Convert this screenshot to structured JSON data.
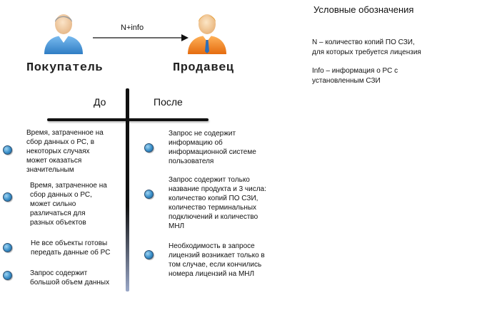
{
  "arrow": {
    "label": "N+info"
  },
  "buyer": {
    "label": "Покупатель"
  },
  "seller": {
    "label": "Продавец"
  },
  "legend": {
    "title": "Условные обозначения",
    "n_text": "N – количество копий ПО СЗИ,\nдля которых требуется лицензия",
    "info_text": "Info – информация о РС с\nустановленным СЗИ"
  },
  "columns": {
    "before": "До",
    "after": "После"
  },
  "before_items": [
    "Время, затраченное на\nсбор данных о РС, в\nнекоторых случаях\nможет оказаться\nзначительным",
    "Время, затраченное на\nсбор данных о РС,\nможет сильно\nразличаться для\nразных объектов",
    "Не все объекты готовы\nпередать данные об РС",
    "Запрос содержит\nбольшой объем данных"
  ],
  "after_items": [
    "Запрос не содержит\nинформацию об\nинформационной системе\nпользователя",
    "Запрос содержит только\nназвание продукта и 3 числа:\nколичество копий ПО СЗИ,\nколичество терминальных\nподключений и количество\nМНЛ",
    "Необходимость в запросе\nлицензий возникает только в\nтом случае, если кончились\nномера лицензий на МНЛ"
  ],
  "colors": {
    "buyer_shirt": "#3d8fd6",
    "seller_shirt": "#f07c1a",
    "bullet": "#3a8fc9"
  }
}
